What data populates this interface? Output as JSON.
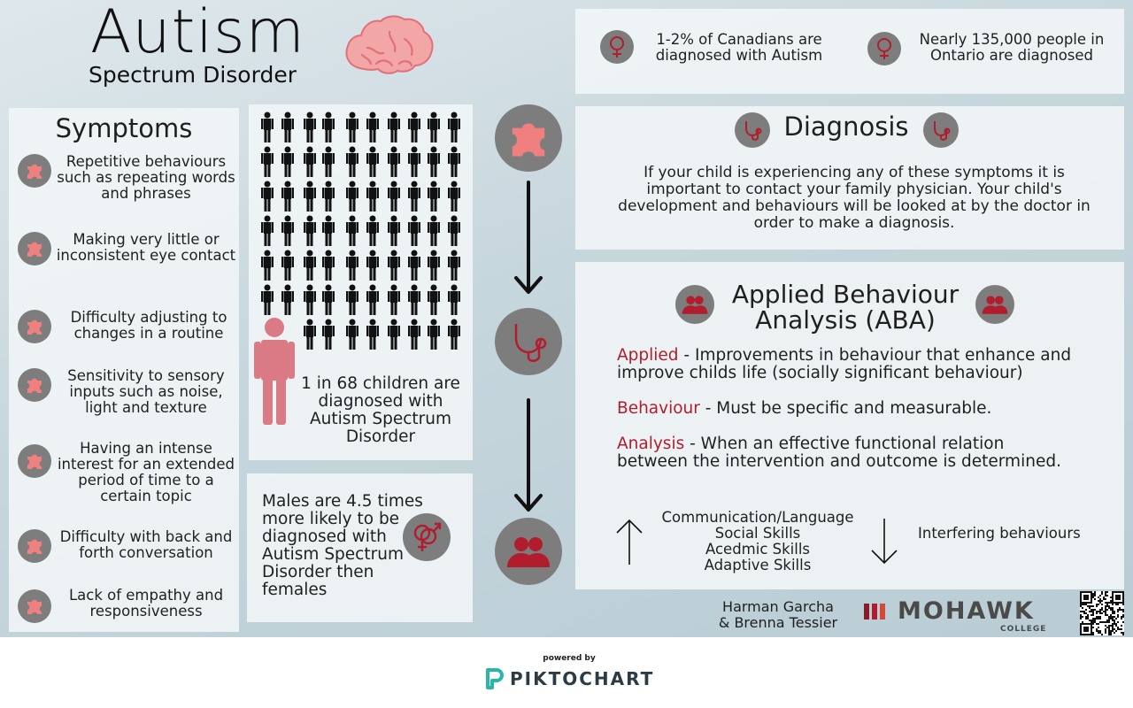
{
  "title": {
    "main": "Autism",
    "sub": "Spectrum Disorder"
  },
  "stats": [
    {
      "icon": "female-symbol-icon",
      "text": "1-2% of Canadians are diagnosed with Autism"
    },
    {
      "icon": "female-symbol-icon",
      "text": "Nearly 135,000 people in Ontario are diagnosed"
    }
  ],
  "symptoms": {
    "heading": "Symptoms",
    "items": [
      "Repetitive behaviours such as repeating words and phrases",
      "Making very little or inconsistent eye contact",
      "Difficulty adjusting to changes in a routine",
      "Sensitivity to sensory inputs such as noise, light and texture",
      "Having an intense interest for an extended period of time to a certain topic",
      "Difficulty with back and forth conversation",
      "Lack of empathy and responsiveness"
    ]
  },
  "prevalence": {
    "text": "1 in 68 children are diagnosed with Autism Spectrum Disorder"
  },
  "gender": {
    "text": "Males are 4.5 times more likely to be diagnosed with Autism Spectrum Disorder then females"
  },
  "diagnosis": {
    "heading": "Diagnosis",
    "text": "If your child is experiencing any of these symptoms it is important to contact your family physician. Your child's development and behaviours will be looked at by the doctor in order to make a diagnosis."
  },
  "aba": {
    "heading_line1": "Applied Behaviour",
    "heading_line2": "Analysis (ABA)",
    "terms": [
      {
        "term": "Applied",
        "definition": " - Improvements in behaviour that enhance and improve childs life (socially significant behaviour)"
      },
      {
        "term": "Behaviour",
        "definition": " - Must be specific and measurable."
      },
      {
        "term": "Analysis",
        "definition": " - When an effective functional relation between the intervention and outcome is determined."
      }
    ],
    "increase_skills": [
      "Communication/Language",
      "Social Skills",
      "Acedmic Skills",
      "Adaptive Skills"
    ],
    "decrease_label": "Interfering behaviours"
  },
  "credits": {
    "line1": "Harman Garcha",
    "line2": "& Brenna Tessier"
  },
  "logo": {
    "name": "MOHAWK",
    "sub": "COLLEGE"
  },
  "footer": {
    "powered_by": "powered by",
    "brand": "PIKTOCHART"
  },
  "colors": {
    "accent": "#b21d2e",
    "pink": "#f08080",
    "figure": "#d97a84",
    "icon_bg": "#7d7d7d"
  }
}
